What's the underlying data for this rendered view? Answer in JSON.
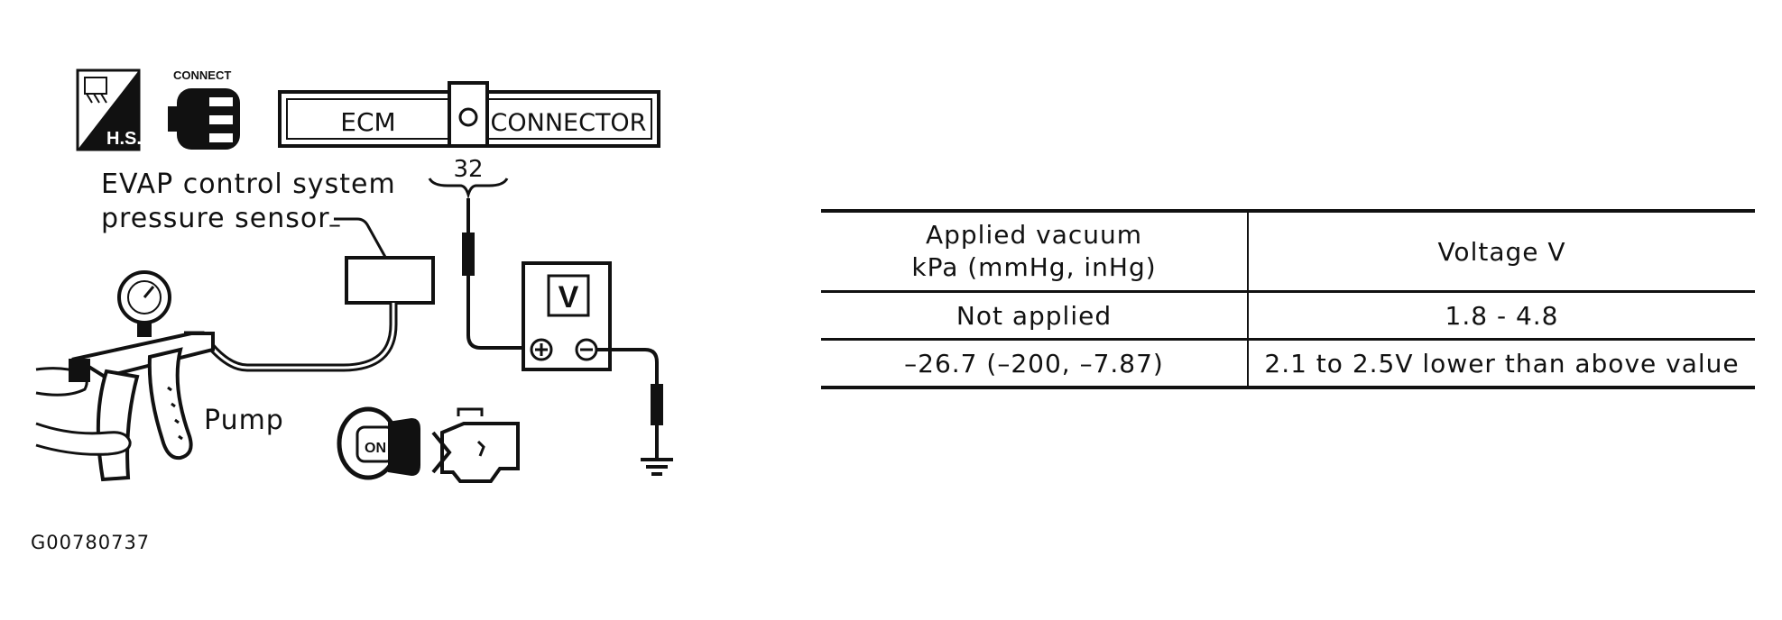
{
  "labels": {
    "sensor_line1": "EVAP control system",
    "sensor_line2": "pressure sensor",
    "pump": "Pump",
    "terminal": "32",
    "figure_code": "G00780737"
  },
  "icons": {
    "hs_badge": "H.S.",
    "connect": "CONNECT",
    "ecm": "ECM",
    "connector": "CONNECTOR",
    "meter": "V",
    "ignition": "ON"
  },
  "table": {
    "header": {
      "col1_line1": "Applied vacuum",
      "col1_line2": "kPa (mmHg, inHg)",
      "col2": "Voltage V"
    },
    "rows": [
      {
        "vacuum": "Not applied",
        "voltage": "1.8 - 4.8"
      },
      {
        "vacuum": "–26.7 (–200, –7.87)",
        "voltage": "2.1 to 2.5V lower than above value"
      }
    ]
  }
}
